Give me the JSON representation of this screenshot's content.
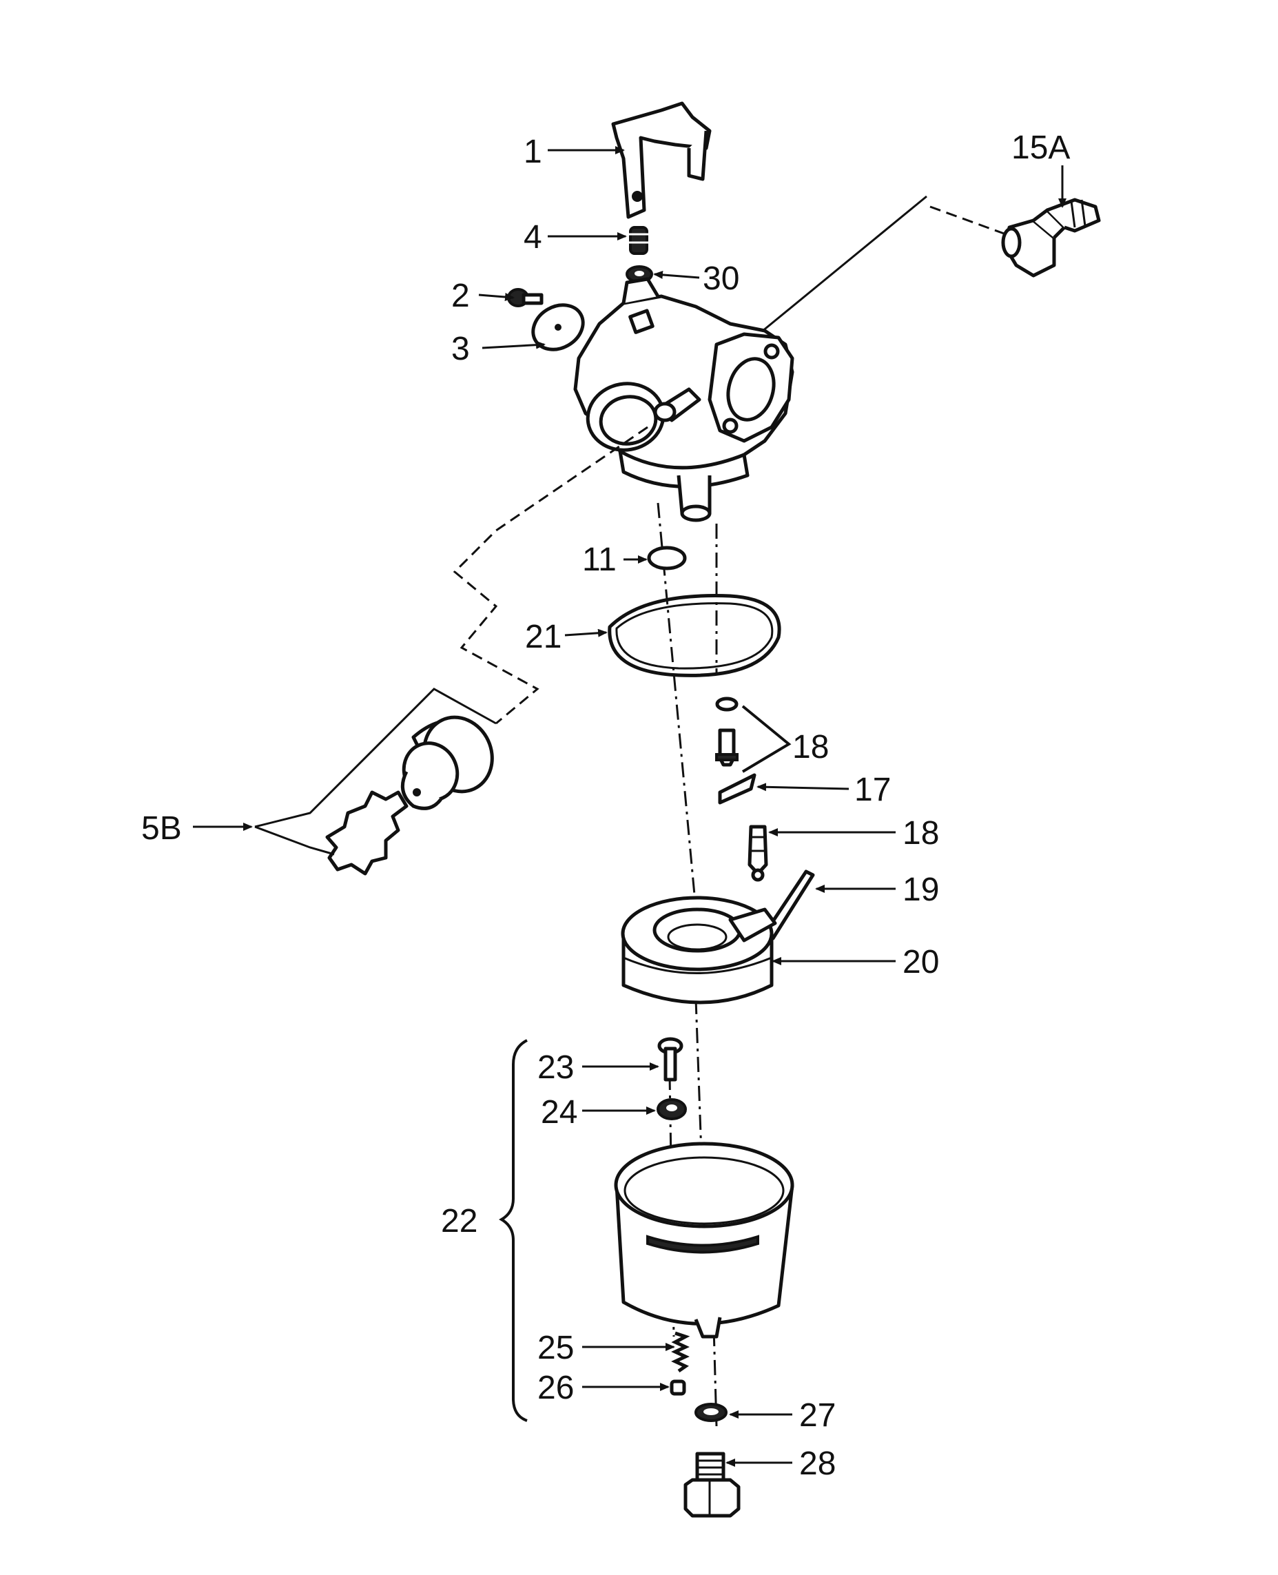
{
  "callouts": {
    "c1": "1",
    "c15A": "15A",
    "c4": "4",
    "c30": "30",
    "c2": "2",
    "c3": "3",
    "c11": "11",
    "c21": "21",
    "c18a": "18",
    "c17": "17",
    "c18b": "18",
    "c19": "19",
    "c20": "20",
    "c5B": "5B",
    "c23": "23",
    "c24": "24",
    "c22": "22",
    "c25": "25",
    "c26": "26",
    "c27": "27",
    "c28": "28"
  }
}
